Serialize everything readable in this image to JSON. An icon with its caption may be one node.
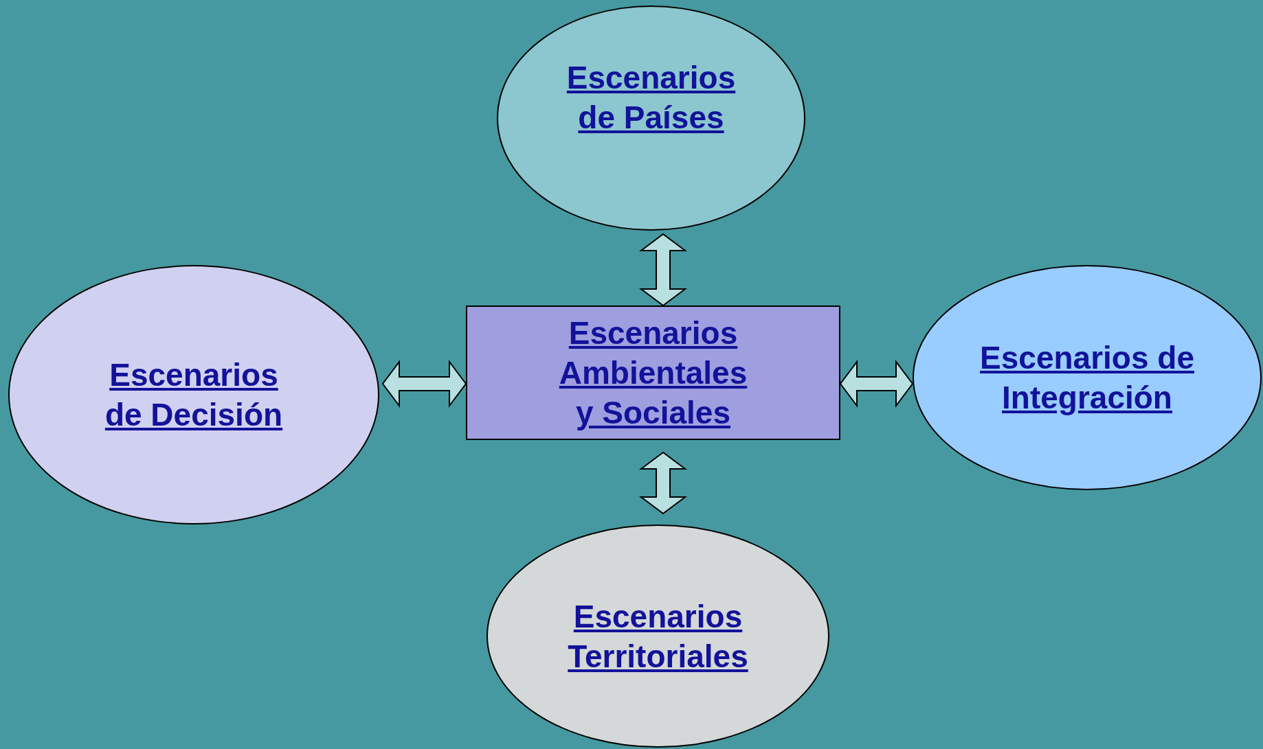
{
  "diagram": {
    "nodes": [
      {
        "text": [
          "Escenarios Ambientales y Sociales"
        ]
      },
      {
        "text": [
          "Escenarios de Países"
        ]
      },
      {
        "text": [
          "Escenarios de Decisión"
        ]
      },
      {
        "text": [
          "Escenarios de Integración"
        ]
      },
      {
        "text": [
          "Escenarios Territoriales"
        ]
      }
    ],
    "edges": [
      {
        "from": 0,
        "to": 1,
        "arrow": "both"
      },
      {
        "from": 0,
        "to": 2,
        "arrow": "both"
      },
      {
        "from": 0,
        "to": 3,
        "arrow": "both"
      },
      {
        "from": 0,
        "to": 4,
        "arrow": "both"
      }
    ]
  }
}
